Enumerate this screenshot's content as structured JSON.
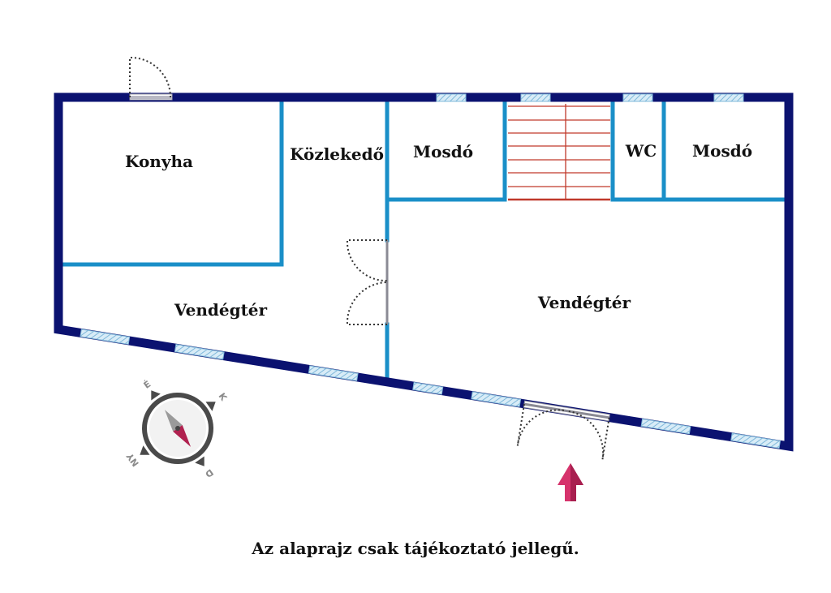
{
  "rooms": {
    "kitchen": "Konyha",
    "corridor": "Közlekedő",
    "washroom_left": "Mosdó",
    "wc": "WC",
    "washroom_right": "Mosdó",
    "guest_area_left": "Vendégtér",
    "guest_area_right": "Vendégtér"
  },
  "compass": {
    "north": "É",
    "south": "D",
    "east": "K",
    "west": "NY"
  },
  "disclaimer": "Az alaprajz csak tájékoztató jellegű.",
  "colors": {
    "outer_wall": "#0b1270",
    "inner_wall": "#1a8fc8",
    "window": "#a9d3ea",
    "stairs": "#c0392b",
    "entrance_arrow": "#d6336c"
  }
}
